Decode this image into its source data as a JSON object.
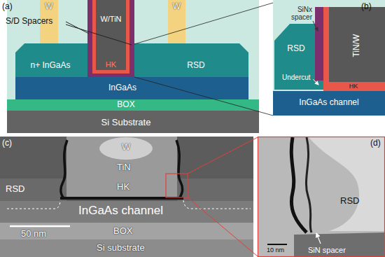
{
  "diagram": {
    "nodes": [
      {
        "text": [
          "W"
        ]
      },
      {
        "text": [
          "W/TiN"
        ]
      },
      {
        "text": [
          "W"
        ]
      },
      {
        "text": [
          "HK"
        ]
      },
      {
        "text": [
          "n+ InGaAs"
        ]
      },
      {
        "text": [
          "RSD"
        ]
      },
      {
        "text": [
          "InGaAs"
        ]
      },
      {
        "text": [
          "BOX"
        ]
      },
      {
        "text": [
          "Si Substrate"
        ]
      },
      {
        "text": [
          "RSD"
        ]
      },
      {
        "text": [
          "TiN/W"
        ]
      },
      {
        "text": [
          "HK"
        ]
      },
      {
        "text": [
          "InGaAs channel"
        ]
      }
    ],
    "labels": [
      "(a)",
      "S/D Spacers",
      "(b)",
      "SiNx spacer",
      "Undercut",
      "(c)",
      "W",
      "TiN",
      "HK",
      "RSD",
      "InGaAs channel",
      "BOX",
      "Si substrate",
      "50 nm",
      "(d)",
      "RSD",
      "SiN spacer",
      "10 nm"
    ]
  }
}
